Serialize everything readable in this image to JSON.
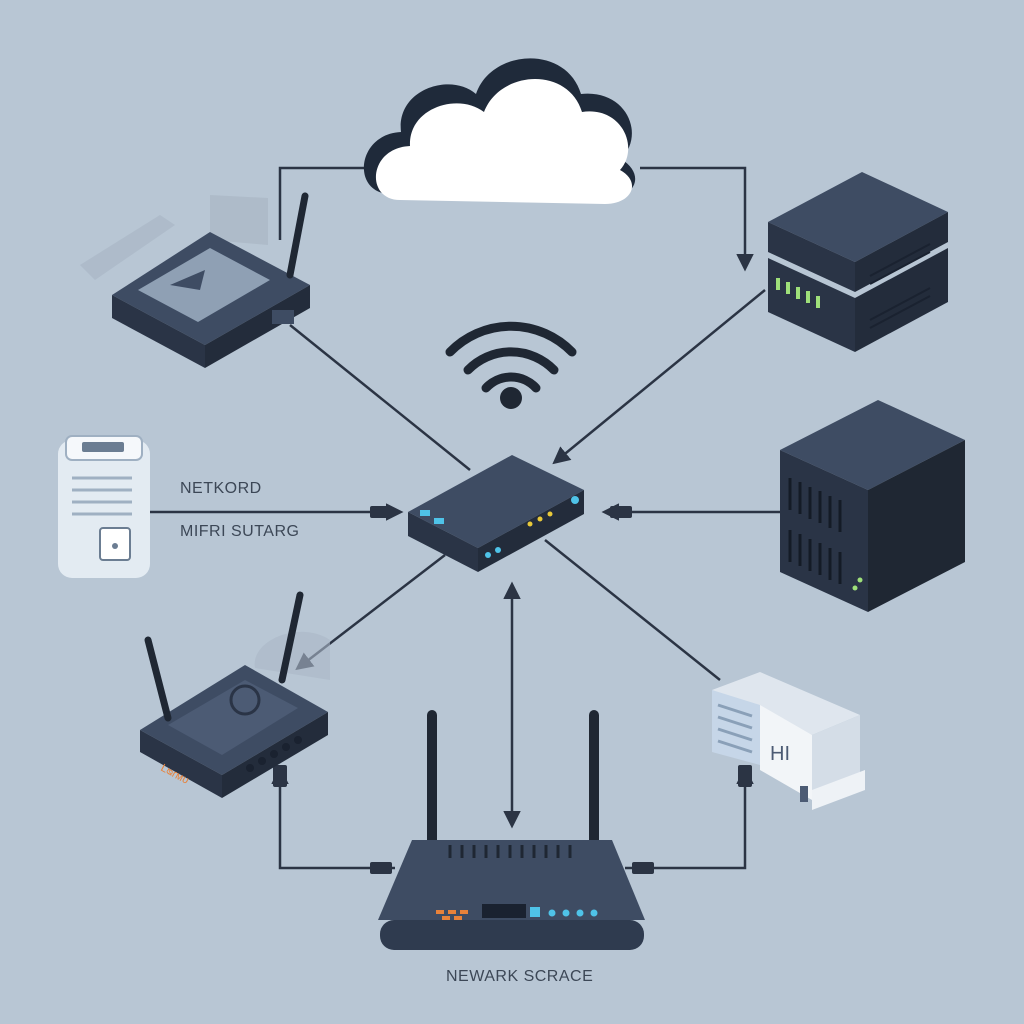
{
  "labels": {
    "netkord": "NETKORD",
    "mifri": "MIFRI SUTARG",
    "caption": "NEWARK SCRACE",
    "router_text": "Lᴓɾᴍᴜ"
  },
  "colors": {
    "background": "#b8c6d4",
    "device_dark": "#2f3b4f",
    "device_mid": "#3e4c63",
    "device_light": "#4c5b74",
    "line": "#2b3444",
    "cloud": "#ffffff",
    "led_cyan": "#4fc3e8",
    "led_orange": "#e8823a",
    "led_green": "#9fe07a"
  },
  "icons": {
    "cloud": "cloud-icon",
    "wifi": "wifi-icon"
  }
}
